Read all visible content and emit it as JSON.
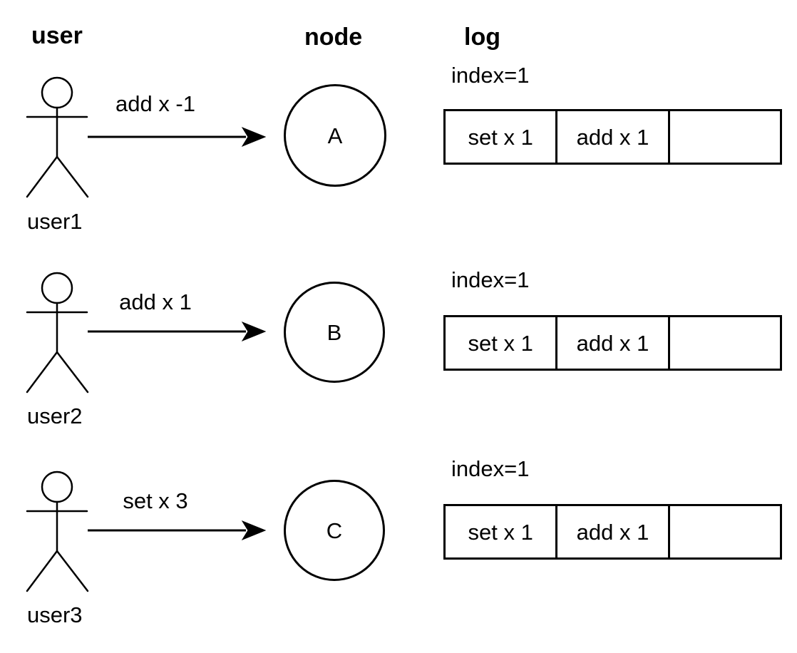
{
  "headers": {
    "user": "user",
    "node": "node",
    "log": "log"
  },
  "rows": [
    {
      "user_label": "user1",
      "command": "add x -1",
      "node_letter": "A",
      "index_label": "index=1",
      "log_cells": [
        "set x 1",
        "add x 1",
        ""
      ]
    },
    {
      "user_label": "user2",
      "command": "add x 1",
      "node_letter": "B",
      "index_label": "index=1",
      "log_cells": [
        "set x 1",
        "add x 1",
        ""
      ]
    },
    {
      "user_label": "user3",
      "command": "set x 3",
      "node_letter": "C",
      "index_label": "index=1",
      "log_cells": [
        "set x 1",
        "add x 1",
        ""
      ]
    }
  ],
  "colors": {
    "stroke": "#000000",
    "background": "#ffffff"
  }
}
